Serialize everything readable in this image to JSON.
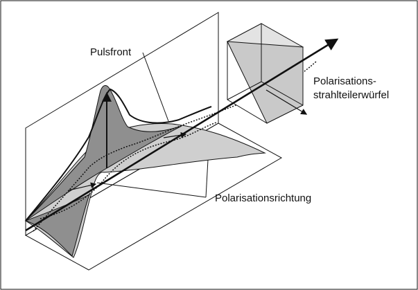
{
  "diagram": {
    "labels": {
      "pulse_front": "Pulsfront",
      "beam_splitter_line1": "Polarisations-",
      "beam_splitter_line2": "strahlteilerwürfel",
      "polarization_direction": "Polarisationsrichtung"
    },
    "colors": {
      "stroke": "#111111",
      "dark_fill": "#8f8f8f",
      "light_fill": "#cfcfcf",
      "cube_fill": "#e3e3e3",
      "cube_diagonal_fill": "#c9c9c9",
      "background": "#ffffff"
    }
  }
}
